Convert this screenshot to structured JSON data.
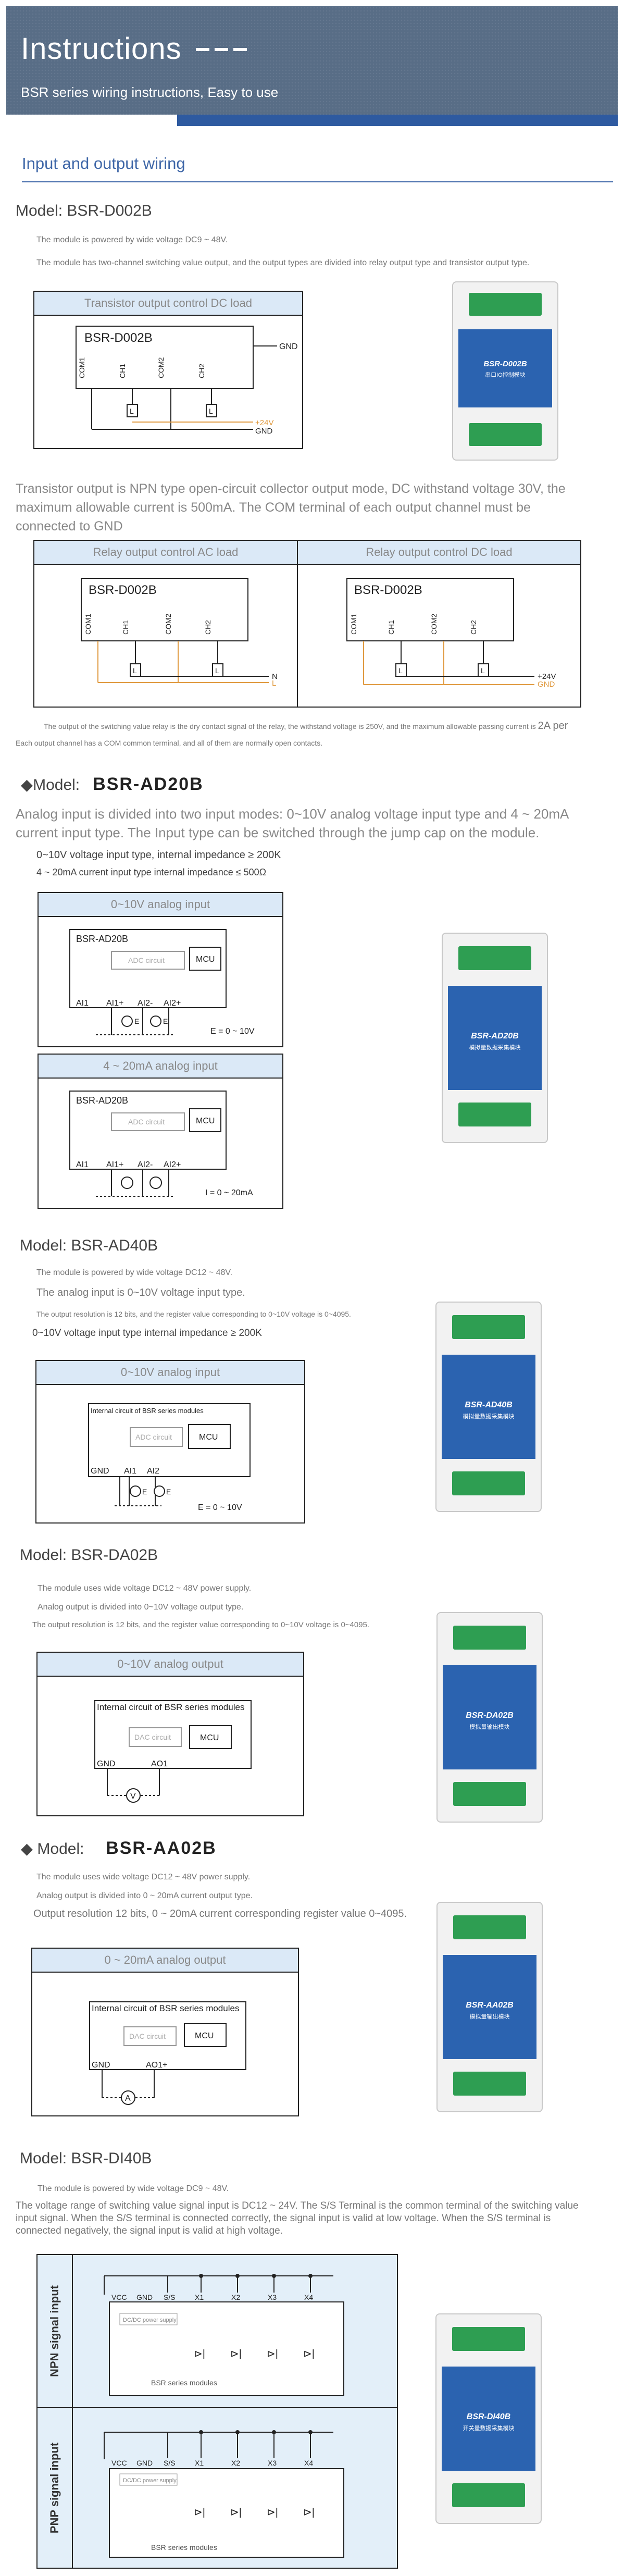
{
  "header": {
    "title": "Instructions",
    "subtitle": "BSR series wiring instructions, Easy to use"
  },
  "section": {
    "title": "Input and output wiring"
  },
  "d002b": {
    "heading": "Model: BSR-D002B",
    "note1": "The module is powered by wide voltage DC9 ~ 48V.",
    "note2": "The module has two-channel switching value output, and the output types are divided into relay output type and transistor output type.",
    "diagram_title": "Transistor output control DC load",
    "chip": "BSR-D002B",
    "pins": [
      "COM1",
      "CH1",
      "COM2",
      "CH2"
    ],
    "gnd": "GND",
    "v24": "+24V",
    "gnd2": "GND",
    "load": "L",
    "device_label": "BSR-D002B",
    "device_sub": "串口IO控制模块",
    "para": "Transistor output is NPN type open-circuit collector output mode, DC withstand voltage 30V, the maximum allowable current is 500mA. The COM terminal of each output channel must be connected to GND",
    "relay_ac_title": "Relay output control AC load",
    "relay_dc_title": "Relay output control DC load",
    "n": "N",
    "l": "L",
    "note3a": "The output of the switching value relay is the dry contact signal of the relay, the withstand voltage is 250V, and the maximum allowable passing current is",
    "note3b": "2A per",
    "note3c": "Each output channel has a COM common terminal, and all of them are normally open contacts."
  },
  "ad20b": {
    "prefix": "Model:",
    "model": "BSR-AD20B",
    "para": "Analog input is divided into two input modes: 0~10V analog voltage input type and 4 ~ 20mA current input type. The Input type can be switched through the jump cap on the module.",
    "spec1": "0~10V voltage input type, internal impedance ≥ 200K",
    "spec2": "4 ~ 20mA current input type internal impedance ≤ 500Ω",
    "d1_title": "0~10V analog input",
    "d2_title": "4 ~ 20mA analog input",
    "chip": "BSR-AD20B",
    "adc": "ADC circuit",
    "mcu": "MCU",
    "pins": [
      "AI1",
      "AI1+",
      "AI2-",
      "AI2+"
    ],
    "e1": "E = 0 ~ 10V",
    "e2": "I = 0 ~ 20mA",
    "device_label": "BSR-AD20B",
    "device_sub": "模拟量数据采集模块"
  },
  "ad40b": {
    "heading": "Model: BSR-AD40B",
    "note1": "The module is powered by wide voltage DC12 ~ 48V.",
    "note2": "The analog input is 0~10V voltage input type.",
    "note3": "The output resolution is 12 bits, and the register value corresponding to 0~10V voltage is 0~4095.",
    "note4": "0~10V voltage input type internal impedance ≥ 200K",
    "d_title": "0~10V analog input",
    "inner": "Internal circuit of BSR series modules",
    "adc": "ADC circuit",
    "mcu": "MCU",
    "pins": [
      "GND",
      "AI1",
      "AI2"
    ],
    "e": "E = 0 ~ 10V",
    "device_label": "BSR-AD40B",
    "device_sub": "模拟量数据采集模块"
  },
  "da02b": {
    "heading": "Model: BSR-DA02B",
    "note1": "The module uses wide voltage DC12 ~ 48V power supply.",
    "note2": "Analog output is divided into 0~10V voltage output type.",
    "note3": "The output resolution is 12 bits, and the register value corresponding to 0~10V voltage is 0~4095.",
    "d_title": "0~10V analog output",
    "inner": "Internal circuit of BSR series modules",
    "dac": "DAC circuit",
    "mcu": "MCU",
    "pins": [
      "GND",
      "AO1"
    ],
    "meter": "V",
    "device_label": "BSR-DA02B",
    "device_sub": "模拟量输出模块"
  },
  "aa02b": {
    "prefix": "Model:",
    "model": "BSR-AA02B",
    "note1": "The module uses wide voltage DC12 ~ 48V power supply.",
    "note2": "Analog output is divided into 0 ~ 20mA current output type.",
    "note3": "Output resolution 12 bits, 0 ~ 20mA current corresponding register value 0~4095.",
    "d_title": "0 ~ 20mA analog output",
    "inner": "Internal circuit of BSR series modules",
    "dac": "DAC circuit",
    "mcu": "MCU",
    "pins": [
      "GND",
      "AO1+"
    ],
    "meter": "A",
    "device_label": "BSR-AA02B",
    "device_sub": "模拟量输出模块"
  },
  "di40b": {
    "heading": "Model: BSR-DI40B",
    "note1": "The module is powered by wide voltage DC9 ~ 48V.",
    "para": "The voltage range of switching value signal input is DC12 ~ 24V. The S/S Terminal is the common terminal of the switching value input signal. When the S/S terminal is connected correctly, the signal input is valid at low voltage. When the S/S terminal is connected negatively, the signal input is valid at high voltage.",
    "npn": "NPN signal input",
    "pnp": "PNP signal input",
    "pins": [
      "VCC",
      "GND",
      "S/S",
      "X1",
      "X2",
      "X3",
      "X4"
    ],
    "supply": "DC/DC power supply",
    "modules": "BSR series modules",
    "device_label": "BSR-DI40B",
    "device_sub": "开关量数据采集模块"
  }
}
